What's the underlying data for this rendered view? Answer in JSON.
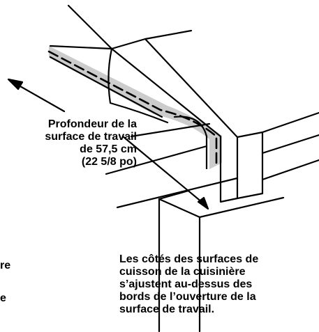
{
  "depth_label": {
    "lines": [
      "Profondeur de la",
      "surface de travail",
      "de 57,5 cm",
      "(22 5/8 po)"
    ]
  },
  "sides_label": {
    "lines": [
      "Les côtés des surfaces de",
      "cuisson de la cuisinière",
      "s’ajustent au-dessus des",
      "bords de l’ouverture de la",
      "surface de travail."
    ]
  },
  "cropped_fragments": [
    "re",
    "e"
  ],
  "colors": {
    "line": "#000000",
    "shading": "#cccccc",
    "background": "#ffffff"
  }
}
